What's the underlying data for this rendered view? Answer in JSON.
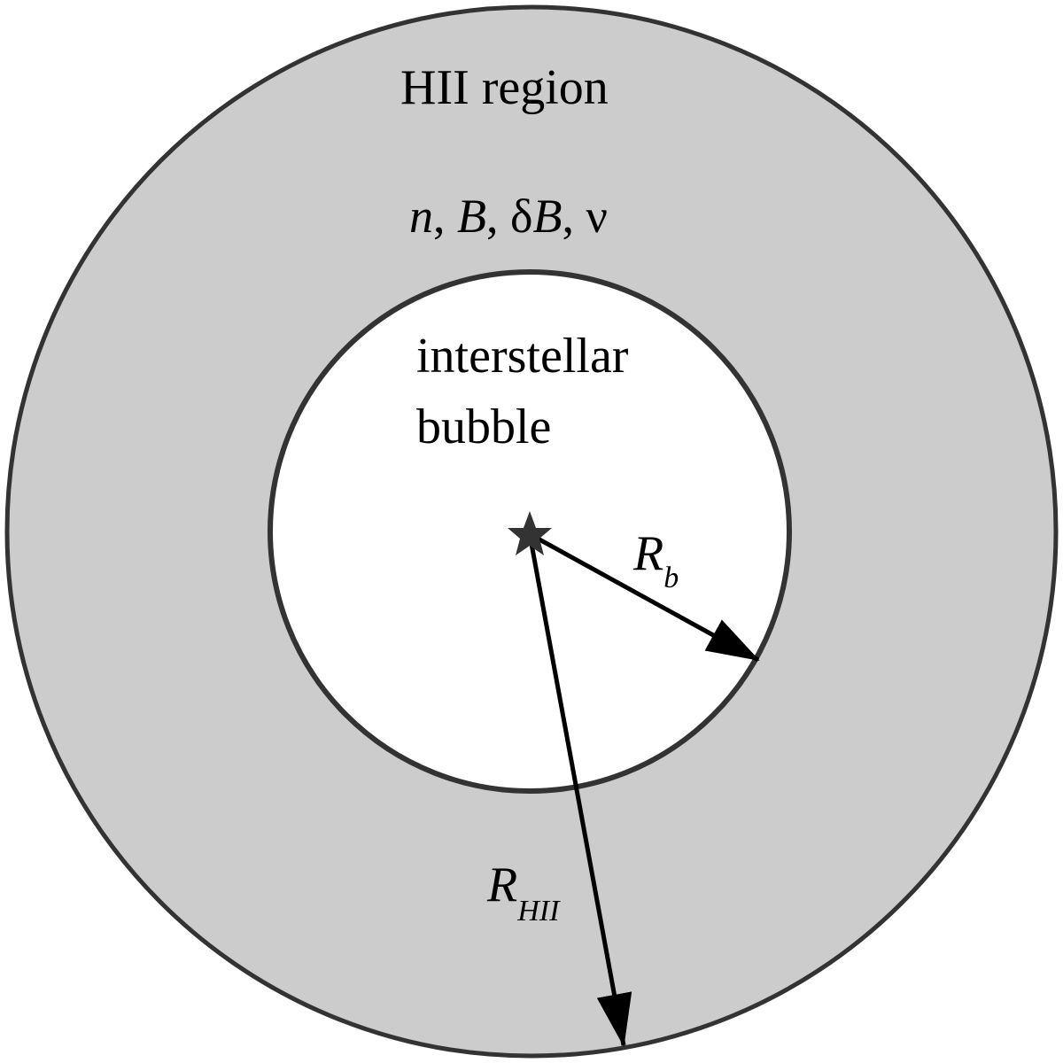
{
  "region": {
    "title": "HII region",
    "params": {
      "n": "n",
      "sep1": ", ",
      "B": "B",
      "sep2": ", ",
      "delta": "δ",
      "dB": "B",
      "sep3": ", ",
      "nu": "ν"
    }
  },
  "bubble": {
    "line1": "interstellar",
    "line2": "bubble"
  },
  "radii": {
    "bubble": {
      "symbol": "R",
      "subscript": "b"
    },
    "hii": {
      "symbol": "R",
      "subscript": "HII"
    }
  },
  "colors": {
    "outer_fill": "#cccccc",
    "inner_fill": "#ffffff",
    "stroke": "#333333",
    "arrow": "#000000",
    "star": "#333333"
  }
}
